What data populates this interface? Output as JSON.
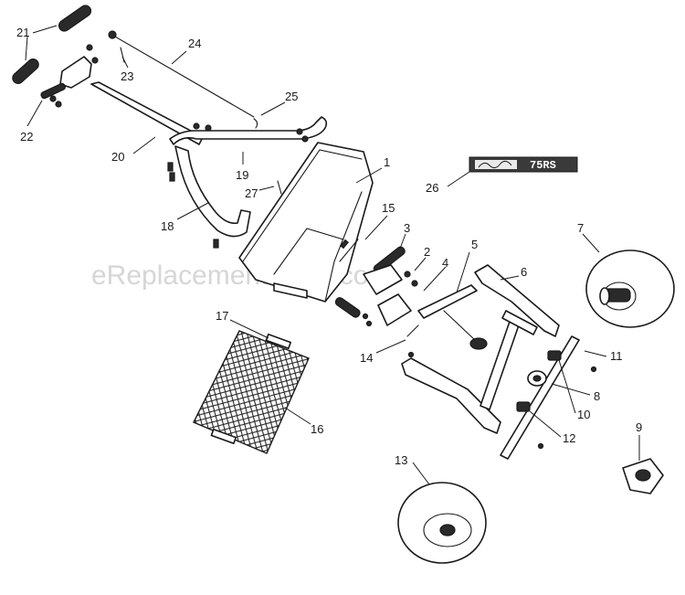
{
  "watermark": "eReplacementParts.com",
  "decal": {
    "model": "75RS"
  },
  "callouts": {
    "c1": "1",
    "c2": "2",
    "c3": "3",
    "c4": "4",
    "c5": "5",
    "c6": "6",
    "c7": "7",
    "c8": "8",
    "c9": "9",
    "c10": "10",
    "c11": "11",
    "c12": "12",
    "c13": "13",
    "c14": "14",
    "c15": "15",
    "c16": "16",
    "c17": "17",
    "c18": "18",
    "c19": "19",
    "c20": "20",
    "c21": "21",
    "c22": "22",
    "c23": "23",
    "c24": "24",
    "c25": "25",
    "c26": "26",
    "c27": "27"
  }
}
